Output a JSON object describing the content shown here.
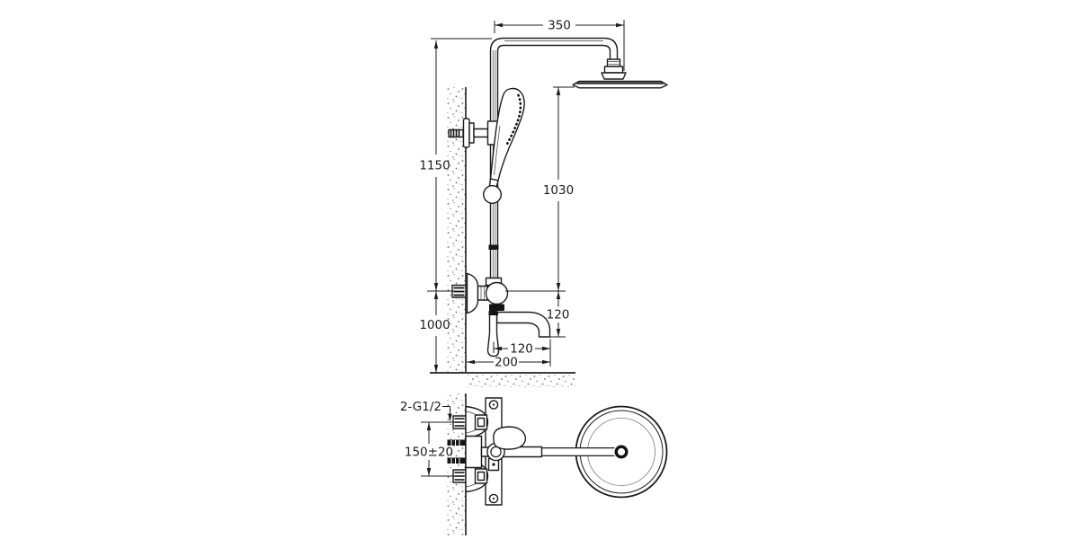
{
  "drawing": {
    "view_front": {
      "dim_arm_reach": "350",
      "dim_column_height": "1150",
      "dim_head_to_spout_axis": "1030",
      "dim_spout_height": "120",
      "dim_spout_projection": "120",
      "dim_spout_overall": "200",
      "dim_valve_height": "1000"
    },
    "view_plan": {
      "label_inlet_thread": "2-G1/2",
      "dim_inlet_spacing": "150±20"
    },
    "colors": {
      "line": "#1c1c1c",
      "background": "#ffffff",
      "speckle": "#6b6b6b"
    }
  }
}
